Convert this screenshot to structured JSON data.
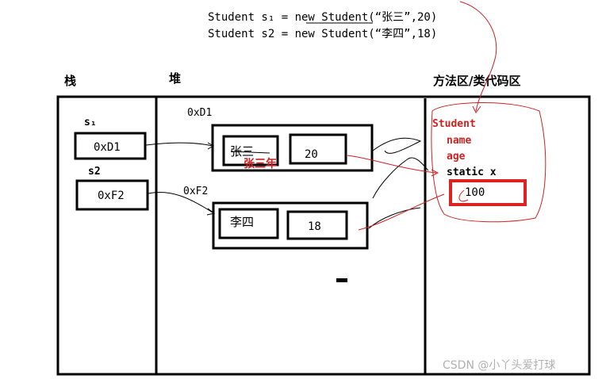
{
  "code": {
    "line1": "Student s₁ = new Student(“张三”,20)",
    "line2": "Student s2 = new Student(“李四”,18)"
  },
  "regions": {
    "stack": "栈",
    "heap": "堆",
    "method_area": "方法区/类代码区"
  },
  "stack": {
    "var1_name": "s₁",
    "var1_value": "0xD1",
    "var2_name": "s2",
    "var2_value": "0xF2"
  },
  "heap": {
    "obj1_addr": "0xD1",
    "obj1_name": "张三",
    "obj1_name_annotation": "张三年",
    "obj1_age": "20",
    "obj2_addr": "0xF2",
    "obj2_name": "李四",
    "obj2_age": "18"
  },
  "method_area": {
    "class_name": "Student",
    "field1": "name",
    "field2": "age",
    "static_field": "static x",
    "static_value": "100"
  },
  "watermark": "CSDN @小丫头爱打球"
}
